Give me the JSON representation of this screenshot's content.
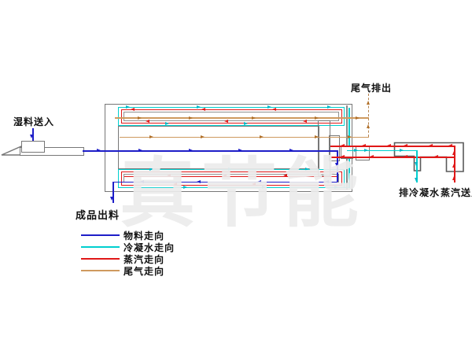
{
  "diagram": {
    "type": "process-flow-diagram",
    "subject": "tube-bundle rotary drum dryer flow schematic",
    "watermark": "真节能",
    "labels": {
      "wet_feed": "湿料送入",
      "exhaust_out": "尾气排出",
      "product_out": "成品出料",
      "condensate_out": "排冷凝水",
      "steam_in": "蒸汽送入"
    },
    "colors": {
      "material": "#1e1ec8",
      "condensate": "#00cfcf",
      "steam": "#e01818",
      "exhaust": "#cf9a5f",
      "outline": "#777777",
      "watermark": "#ececec"
    },
    "legend": {
      "items": [
        {
          "label": "物料走向",
          "color": "#1e1ec8"
        },
        {
          "label": "冷凝水走向",
          "color": "#00cfcf"
        },
        {
          "label": "蒸汽走向",
          "color": "#e01818"
        },
        {
          "label": "尾气走向",
          "color": "#cf9a5f"
        }
      ]
    }
  }
}
